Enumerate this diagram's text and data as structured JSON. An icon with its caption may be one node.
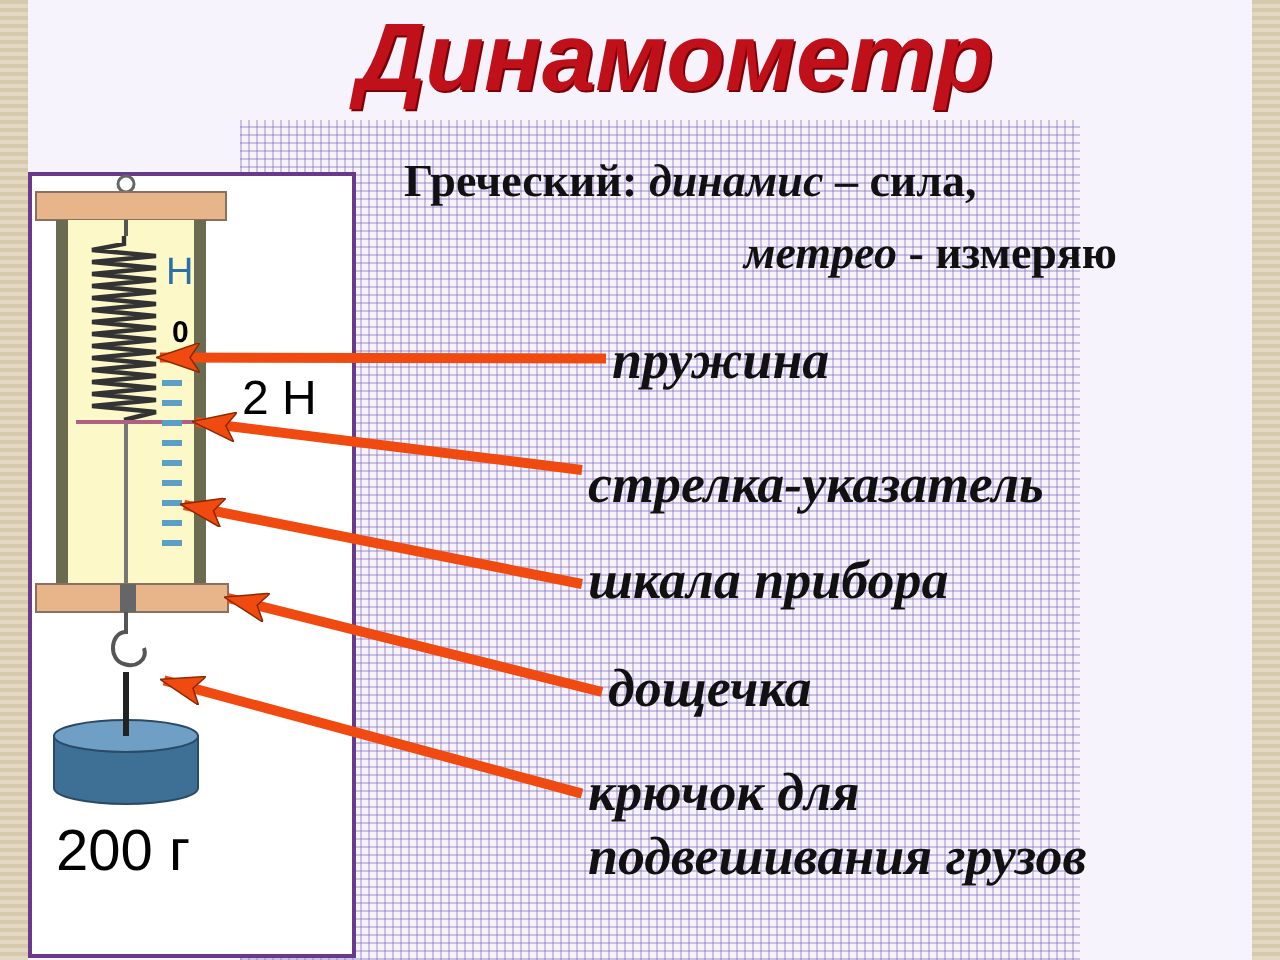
{
  "diagram": {
    "title": "Динамометр",
    "nodes": [
      {
        "text": [
          "пружина"
        ]
      },
      {
        "text": [
          "стрелка-указатель"
        ]
      },
      {
        "text": [
          "шкала прибора"
        ]
      },
      {
        "text": [
          "дощечка"
        ]
      },
      {
        "text": [
          "крючок для подвешивания грузов"
        ]
      },
      {
        "text": [],
        "shape": "picture"
      },
      {
        "text": [],
        "shape": "picture"
      },
      {
        "text": [],
        "shape": "picture"
      },
      {
        "text": [],
        "shape": "picture"
      },
      {
        "text": [],
        "shape": "picture"
      }
    ],
    "edges": [
      {
        "from": 0,
        "to": 5,
        "arrow": "to"
      },
      {
        "from": 1,
        "to": 6,
        "arrow": "to"
      },
      {
        "from": 2,
        "to": 7,
        "arrow": "to"
      },
      {
        "from": 3,
        "to": 8,
        "arrow": "to"
      },
      {
        "from": 4,
        "to": 9,
        "arrow": "to"
      }
    ],
    "labels": [
      "Греческий: *динамис* – сила,",
      "*метрео* - измеряю",
      "Н",
      "0",
      "2 Н",
      "200 г"
    ]
  }
}
